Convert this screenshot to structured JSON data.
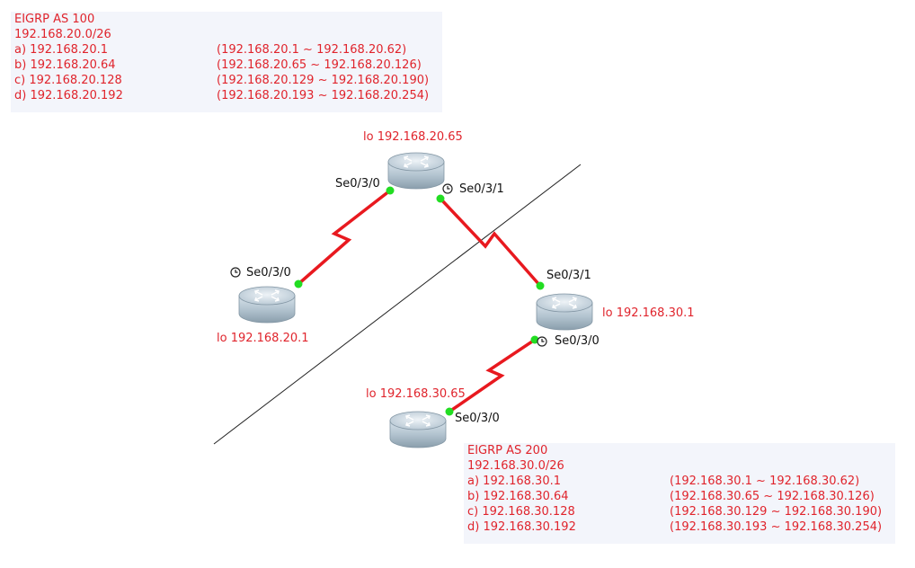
{
  "notes": [
    {
      "title": "EIGRP AS 100",
      "network": "192.168.20.0/26",
      "subnets": [
        {
          "label": "a) 192.168.20.1",
          "range": "(192.168.20.1 ~ 192.168.20.62)"
        },
        {
          "label": "b) 192.168.20.64",
          "range": "(192.168.20.65 ~ 192.168.20.126)"
        },
        {
          "label": "c) 192.168.20.128",
          "range": "(192.168.20.129 ~ 192.168.20.190)"
        },
        {
          "label": "d) 192.168.20.192",
          "range": "(192.168.20.193 ~ 192.168.20.254)"
        }
      ]
    },
    {
      "title": "EIGRP AS 200",
      "network": "192.168.30.0/26",
      "subnets": [
        {
          "label": "a) 192.168.30.1",
          "range": "(192.168.30.1 ~ 192.168.30.62)"
        },
        {
          "label": "b) 192.168.30.64",
          "range": "(192.168.30.65 ~ 192.168.30.126)"
        },
        {
          "label": "c) 192.168.30.128",
          "range": "(192.168.30.129 ~ 192.168.30.190)"
        },
        {
          "label": "d) 192.168.30.192",
          "range": "(192.168.30.193 ~ 192.168.30.254)"
        }
      ]
    }
  ],
  "routers": {
    "top": {
      "loopback": "lo 192.168.20.65"
    },
    "left": {
      "loopback": "lo 192.168.20.1"
    },
    "right": {
      "loopback": "lo 192.168.30.1"
    },
    "bottom": {
      "loopback": "lo 192.168.30.65"
    }
  },
  "interfaces": {
    "top_left": "Se0/3/0",
    "top_right": "Se0/3/1",
    "left": "Se0/3/0",
    "right_top": "Se0/3/1",
    "right_bottom": "Se0/3/0",
    "bottom": "Se0/3/0"
  },
  "colors": {
    "label_red": "#e0242c",
    "link_red": "#e8191f",
    "port_green": "#22dd22",
    "note_bg": "#f3f5fb"
  }
}
